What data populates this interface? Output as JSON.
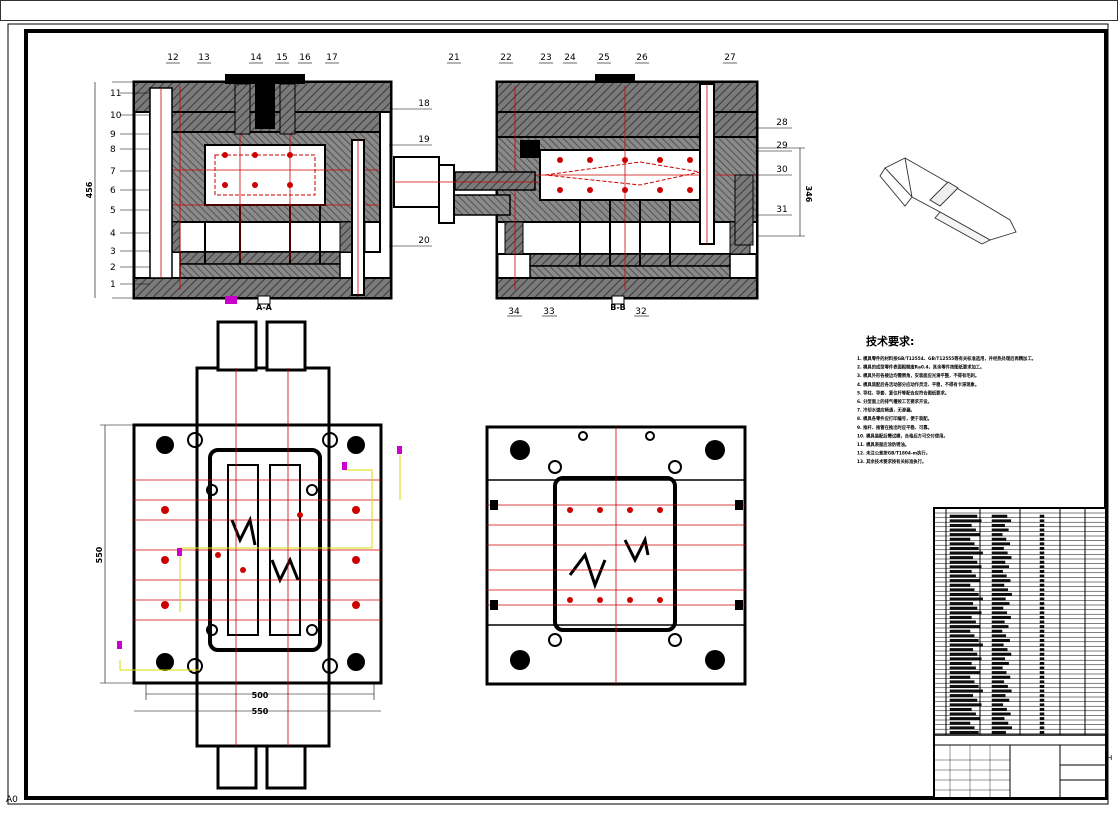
{
  "part_numbers_left": [
    "11",
    "10",
    "9",
    "8",
    "7",
    "6",
    "5",
    "4",
    "3",
    "2",
    "1"
  ],
  "part_numbers_top_left": [
    "12",
    "13",
    "14",
    "15",
    "16",
    "17"
  ],
  "part_numbers_top_right": [
    "21",
    "22",
    "23",
    "24",
    "25",
    "26",
    "27"
  ],
  "part_numbers_side_right": [
    "28",
    "29",
    "30",
    "31"
  ],
  "part_numbers_mid": [
    "18",
    "19",
    "20"
  ],
  "part_numbers_bottom_right": [
    "34",
    "33",
    "32"
  ],
  "dimensions": {
    "height_left": "456",
    "height_right": "346",
    "plan_height": "550",
    "plan_width_inner": "500",
    "plan_width_outer": "550"
  },
  "section_marks": {
    "a": "A-A",
    "b": "B-B"
  },
  "notes": {
    "title": "技术要求:",
    "items": [
      "1. 模具零件的材料按GB/T12554、GB/T12555等有关标准选用，并经热处理后再精加工。",
      "2. 模具的成型零件表面粗糙度Ra0.4，其余零件按图纸要求加工。",
      "3. 模具外形各棱边均需倒角，安装面应光滑平整，不得有毛刺。",
      "4. 模具装配后各活动部分应动作灵活、平稳，不得有卡滞现象。",
      "5. 导柱、导套、复位杆等配合应符合图纸要求。",
      "6. 分型面上的排气槽按工艺要求开设。",
      "7. 冷却水道应畅通，无渗漏。",
      "8. 模具各零件应打印编号，便于装配。",
      "9. 推杆、推管在推出时应平稳、可靠。",
      "10. 模具装配后需试模，合格后方可交付使用。",
      "11. 模具表面应涂防锈油。",
      "12. 未注公差按GB/T1804-m执行。",
      "13. 其余技术要求按有关标准执行。"
    ]
  },
  "corner_label": "A0",
  "margin_mark": "H"
}
